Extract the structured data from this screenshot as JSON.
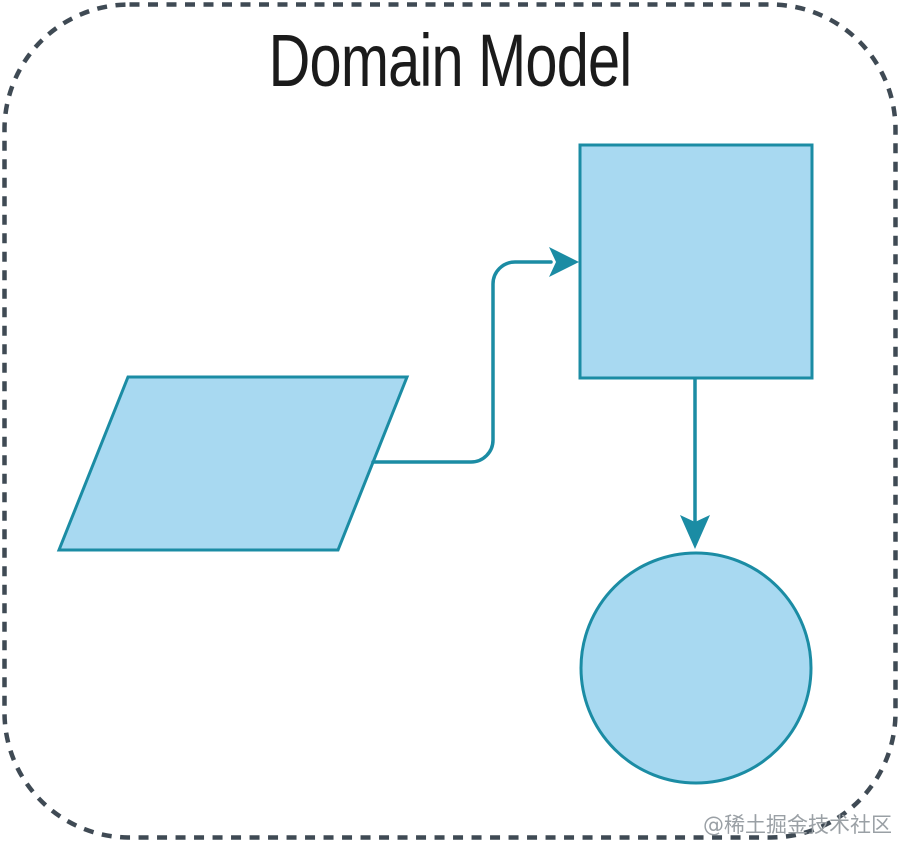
{
  "title": "Domain Model",
  "watermark": "@稀土掘金技术社区",
  "colors": {
    "background": "#ffffff",
    "border_dash": "#3f4a54",
    "shape_fill": "#a8d9f1",
    "shape_stroke": "#1b8ca4",
    "connector": "#1b8ca4",
    "title_text": "#1b1b1b",
    "watermark_text": "#9aa0a5"
  },
  "diagram": {
    "frame": "dashed rounded rectangle",
    "nodes": [
      {
        "id": "parallelogram-node",
        "shape": "parallelogram",
        "label": ""
      },
      {
        "id": "square-node",
        "shape": "square",
        "label": ""
      },
      {
        "id": "circle-node",
        "shape": "circle",
        "label": ""
      }
    ],
    "edges": [
      {
        "from": "parallelogram-node",
        "to": "square-node",
        "style": "elbow",
        "arrow": "right"
      },
      {
        "from": "square-node",
        "to": "circle-node",
        "style": "straight",
        "arrow": "down"
      }
    ]
  }
}
